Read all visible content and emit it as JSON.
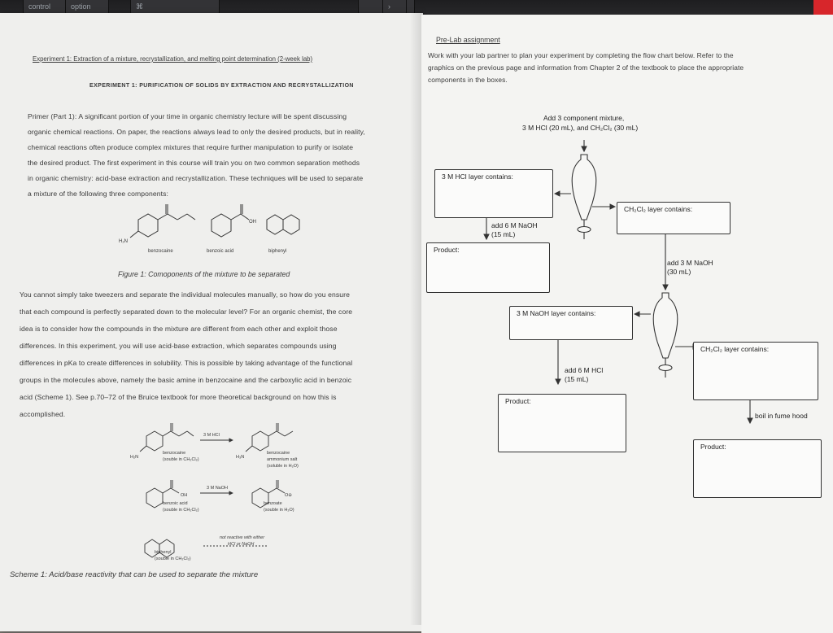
{
  "keyboard": {
    "key_control": "control",
    "key_option": "option"
  },
  "left_page": {
    "header": "Experiment 1: Extraction of a mixture, recrystallization, and melting point determination (2-week lab)",
    "section_title": "EXPERIMENT 1: PURIFICATION OF SOLIDS BY EXTRACTION AND RECRYSTALLIZATION",
    "primer_lines": [
      "Primer (Part 1): A significant portion of your time in organic chemistry lecture will be spent discussing",
      "organic chemical reactions. On paper, the reactions always lead to only the desired products, but in reality,",
      "chemical reactions often produce complex mixtures that require further manipulation to purify or isolate",
      "the desired product. The first experiment in this course will train you on two common separation methods",
      "in organic chemistry: acid-base extraction and recrystallization. These techniques will be used to separate",
      "a mixture of the following three components:"
    ],
    "molecule_labels": {
      "benzocaine": "benzocaine",
      "benzoic_acid": "benzoic acid",
      "biphenyl": "biphenyl"
    },
    "figure_caption": "Figure 1: Comoponents of the mixture to be separated",
    "body_lines": [
      "You cannot simply take tweezers and separate the individual molecules manually, so how do you ensure",
      "that each compound is perfectly separated down to the molecular level? For an organic chemist, the core",
      "idea is to consider how the compounds in the mixture are different from each other and exploit those",
      "differences. In this experiment, you will use acid-base extraction, which separates compounds using",
      "differences in pKa to create differences in solubility. This is possible by taking advantage of the functional",
      "groups in the molecules above, namely the basic amine in benzocaine and the carboxylic acid in benzoic",
      "acid (Scheme 1). See p.70–72 of the Bruice textbook for more theoretical background on how this is",
      "accomplished."
    ],
    "scheme": {
      "reagent_hcl": "3 M HCl",
      "reagent_naoh": "3 M NaOH",
      "benzocaine_label": "benzocaine",
      "benzocaine_sol": "(souble in CH₂Cl₂)",
      "ammonium_label": "benzocaine",
      "ammonium_label2": "ammonium salt",
      "ammonium_sol": "(soluble in H₂O)",
      "benzoic_label": "benzoic acid",
      "benzoic_sol": "(souble in CH₂Cl₂)",
      "benzoate_label": "benzoate",
      "benzoate_sol": "(souble in H₂O)",
      "biphenyl_label": "biphenyl",
      "biphenyl_sol": "(souble in CH₂Cl₂)",
      "not_reactive": "not reactive with either",
      "not_reactive2": "HCl or NaOH"
    },
    "scheme_caption": "Scheme 1: Acid/base reactivity that can be used to separate the mixture"
  },
  "right_page": {
    "title": "Pre-Lab assignment",
    "instructions": [
      "Work with your lab partner to plan your experiment by completing the flow chart below. Refer to the",
      "graphics on the previous page and information from Chapter 2 of the textbook to place the appropriate",
      "components in the boxes."
    ],
    "flow": {
      "start_line1": "Add 3 component mixture,",
      "start_line2": "3 M HCl (20 mL), and CH₂Cl₂ (30 mL)",
      "hcl_layer": "3 M HCl layer contains:",
      "ch2cl2_layer_1": "CH₂Cl₂ layer contains:",
      "add_naoh_1": "add 6 M NaOH",
      "add_naoh_2": "(15 mL)",
      "product_1": "Product:",
      "add_3m_naoh_1": "add 3 M NaOH",
      "add_3m_naoh_2": "(30 mL)",
      "naoh_layer": "3 M NaOH layer contains:",
      "ch2cl2_layer_2": "CH₂Cl₂ layer contains:",
      "add_hcl_1": "add 6 M HCl",
      "add_hcl_2": "(15 mL)",
      "product_2": "Product:",
      "boil": "boil in fume hood",
      "product_3": "Product:"
    }
  }
}
